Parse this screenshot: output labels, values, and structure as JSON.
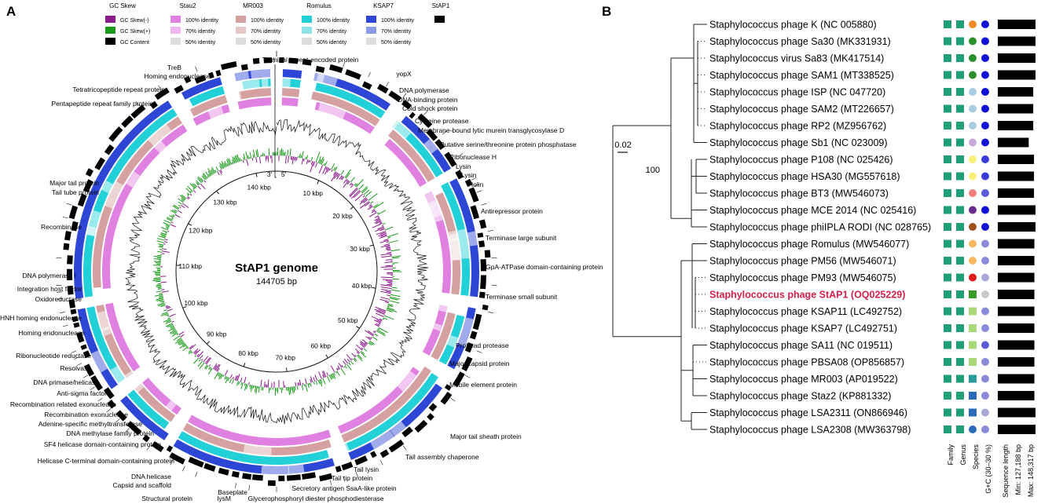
{
  "panel_a": {
    "letter": "A",
    "center_title": "StAP1 genome",
    "center_subtitle": "144705 bp",
    "origin_labels": [
      "3'",
      "5'"
    ],
    "legend": [
      {
        "title": "GC Skew",
        "items": [
          {
            "label": "GC Skew(-)",
            "color": "#8b1a8b"
          },
          {
            "label": "GC Skew(+)",
            "color": "#1a9a1a"
          },
          {
            "label": "GC Content",
            "color": "#000000"
          }
        ]
      },
      {
        "title": "Stau2",
        "items": [
          {
            "label": "100% identity",
            "color": "#e080e0"
          },
          {
            "label": "70% identity",
            "color": "#edb8ed"
          },
          {
            "label": "50% identity",
            "color": "#dcdcdc"
          }
        ]
      },
      {
        "title": "MR003",
        "items": [
          {
            "label": "100% identity",
            "color": "#d4a0a0"
          },
          {
            "label": "70% identity",
            "color": "#e5c8c8"
          },
          {
            "label": "50% identity",
            "color": "#dcdcdc"
          }
        ]
      },
      {
        "title": "Romulus",
        "items": [
          {
            "label": "100% identity",
            "color": "#22d0d8"
          },
          {
            "label": "70% identity",
            "color": "#90e4e8"
          },
          {
            "label": "50% identity",
            "color": "#dcdcdc"
          }
        ]
      },
      {
        "title": "KSAP7",
        "items": [
          {
            "label": "100% identity",
            "color": "#2e46d6"
          },
          {
            "label": "70% identity",
            "color": "#8a9ae6"
          },
          {
            "label": "50% identity",
            "color": "#dcdcdc"
          }
        ]
      },
      {
        "title": "StAP1",
        "items": [
          {
            "label": "",
            "color": "#000000"
          }
        ]
      }
    ],
    "ring_colors": {
      "stau2": "#e080e0",
      "mr003": "#d4a0a0",
      "romulus": "#22d0d8",
      "ksap7": "#2e46d6",
      "stap1": "#000000"
    },
    "kbp_ticks": [
      "10 kbp",
      "20 kbp",
      "30 kbp",
      "40 kbp",
      "50 kbp",
      "60 kbp",
      "70 kbp",
      "80 kbp",
      "90 kbp",
      "100 kbp",
      "110 kbp",
      "120 kbp",
      "130 kbp",
      "140 kbp"
    ],
    "annotations": [
      "Terminal repeat-encoded protein",
      "TreB",
      "Homing endonuclease",
      "Tetratricopeptide repeat protein",
      "Pentapeptide repeat family protein",
      "Major tail protein",
      "Tail tube protein",
      "Recombinase",
      "DNA polymerase I",
      "Integration host factor",
      "Oxidoreductase",
      "HNH homing endonuclease",
      "Homing endonuclease",
      "Ribonucleotide reductase",
      "Resolvase",
      "DNA primase/helicase",
      "Anti-sigma factor",
      "Recombination related exonuclease",
      "Recombination exonuclease",
      "Adenine-specific methyltransferase",
      "DNA methylase family protein",
      "SF4 helicase domain-containing protein",
      "Helicase C-terminal domain-containing protein",
      "DNA helicase",
      "Capsid and scaffold",
      "Structural protein",
      "Baseplate",
      "lysM",
      "Glycerophosphoryl diester phosphodiesterase",
      "Secretory antigen SsaA-like protein",
      "Tail tip protein",
      "Tail lysin",
      "Tail assembly chaperone",
      "Major tail sheath protein",
      "Mobile element protein",
      "Major capsid protein",
      "Prohead protease",
      "Terminase small subunit",
      "GpA-ATPase domain-containing protein",
      "Terminase large subunit",
      "Antirepressor protein",
      "Holin",
      "Lysin",
      "Lysin",
      "Ribonuclease H",
      "Putative serine/threonine protein phosphatase",
      "Membrane-bound lytic murein transglycosylase D",
      "Cysteine protease",
      "Cold shock protein",
      "DNA-binding protein",
      "DNA polymerase",
      "yopX"
    ]
  },
  "panel_b": {
    "letter": "B",
    "scale_label": "0.02",
    "bootstrap_label": "100",
    "tips": [
      {
        "name": "Staphylococcus phage K (NC 005880)",
        "family": "#1f9e78",
        "genus": "#1f9e78",
        "species": "#f08a24",
        "gc": "#1010d8",
        "len": 1.0
      },
      {
        "name": "Staphylococcus phage Sa30 (MK331931)",
        "family": "#1f9e78",
        "genus": "#1f9e78",
        "species": "#2a8f2a",
        "gc": "#1010d8",
        "len": 1.0
      },
      {
        "name": "Staphylococcus virus Sa83 (MK417514)",
        "family": "#1f9e78",
        "genus": "#1f9e78",
        "species": "#2a8f2a",
        "gc": "#1010d8",
        "len": 1.0
      },
      {
        "name": "Staphylococcus phage SAM1 (MT338525)",
        "family": "#1f9e78",
        "genus": "#1f9e78",
        "species": "#2a8f2a",
        "gc": "#1010d8",
        "len": 1.0
      },
      {
        "name": "Staphylococcus phage ISP (NC 047720)",
        "family": "#1f9e78",
        "genus": "#1f9e78",
        "species": "#a8cce0",
        "gc": "#1010d8",
        "len": 0.94
      },
      {
        "name": "Staphylococcus phage SAM2 (MT226657)",
        "family": "#1f9e78",
        "genus": "#1f9e78",
        "species": "#a8cce0",
        "gc": "#1010d8",
        "len": 0.94
      },
      {
        "name": "Staphylococcus phage RP2 (MZ956762)",
        "family": "#1f9e78",
        "genus": "#1f9e78",
        "species": "#a8cce0",
        "gc": "#1010d8",
        "len": 0.94
      },
      {
        "name": "Staphylococcus phage Sb1 (NC 023009)",
        "family": "#1f9e78",
        "genus": "#1f9e78",
        "species": "#c8a8d8",
        "gc": "#1010d8",
        "len": 0.82
      },
      {
        "name": "Staphylococcus phage P108 (NC 025426)",
        "family": "#1f9e78",
        "genus": "#1f9e78",
        "species": "#f8f078",
        "gc": "#3a3ad8",
        "len": 0.96
      },
      {
        "name": "Staphylococcus phage HSA30 (MG557618)",
        "family": "#1f9e78",
        "genus": "#1f9e78",
        "species": "#f8f078",
        "gc": "#3a3ad8",
        "len": 0.96
      },
      {
        "name": "Staphylococcus phage BT3 (MW546073)",
        "family": "#1f9e78",
        "genus": "#1f9e78",
        "species": "#f08080",
        "gc": "#5a5ad8",
        "len": 0.96
      },
      {
        "name": "Staphylococcus phage MCE 2014 (NC 025416)",
        "family": "#1f9e78",
        "genus": "#1f9e78",
        "species": "#6a2a8a",
        "gc": "#1010d8",
        "len": 1.0
      },
      {
        "name": "Staphylococcus phage phiIPLA RODI (NC 028765)",
        "family": "#1f9e78",
        "genus": "#1f9e78",
        "species": "#a0501a",
        "gc": "#1010d8",
        "len": 1.0
      },
      {
        "name": "Staphylococcus phage Romulus (MW546077)",
        "family": "#1f9e78",
        "genus": "#1f9e78",
        "species": "#f8b860",
        "gc": "#8a8ad8",
        "len": 0.97
      },
      {
        "name": "Staphylococcus phage PM56 (MW546071)",
        "family": "#1f9e78",
        "genus": "#1f9e78",
        "species": "#f8b860",
        "gc": "#8a8ad8",
        "len": 0.97
      },
      {
        "name": "Staphylococcus phage PM93 (MW546075)",
        "family": "#1f9e78",
        "genus": "#1f9e78",
        "species": "#e01818",
        "gc": "#a8a8d8",
        "len": 0.97
      },
      {
        "name": "Staphylococcus phage StAP1 (OQ025229)",
        "family": "#1f9e78",
        "genus": "#1f9e78",
        "species": "#3a9a2a",
        "gc": "#c8c8c8",
        "len": 0.97,
        "highlight": true
      },
      {
        "name": "Staphylococcus phage KSAP11 (LC492752)",
        "family": "#1f9e78",
        "genus": "#1f9e78",
        "species": "#a8d878",
        "gc": "#8a8ad8",
        "len": 0.97
      },
      {
        "name": "Staphylococcus phage KSAP7 (LC492751)",
        "family": "#1f9e78",
        "genus": "#1f9e78",
        "species": "#a8d878",
        "gc": "#8a8ad8",
        "len": 0.97
      },
      {
        "name": "Staphylococcus phage SA11 (NC 019511)",
        "family": "#1f9e78",
        "genus": "#1f9e78",
        "species": "#a8d878",
        "gc": "#5a5ad8",
        "len": 0.97
      },
      {
        "name": "Staphylococcus phage PBSA08 (OP856857)",
        "family": "#1f9e78",
        "genus": "#1f9e78",
        "species": "#a8d878",
        "gc": "#8a8ad8",
        "len": 0.97
      },
      {
        "name": "Staphylococcus phage MR003 (AP019522)",
        "family": "#1f9e78",
        "genus": "#1f9e78",
        "species": "#2a9a9a",
        "gc": "#8a8ad8",
        "len": 0.97
      },
      {
        "name": "Staphylococcus phage Staz2 (KP881332)",
        "family": "#1f9e78",
        "genus": "#1f9e78",
        "species": "#2a6ab8",
        "gc": "#8a8ad8",
        "len": 0.97
      },
      {
        "name": "Staphylococcus phage LSA2311 (ON866946)",
        "family": "#1f9e78",
        "genus": "#1f9e78",
        "species": "#2a6ab8",
        "gc": "#a8a8d8",
        "len": 1.0
      },
      {
        "name": "Staphylococcus phage LSA2308 (MW363798)",
        "family": "#1f9e78",
        "genus": "#1f9e78",
        "species": "#2a6ab8",
        "gc": "#8a8ad8",
        "len": 1.0
      }
    ],
    "column_labels": [
      "Family",
      "Genus",
      "Species",
      "G+C (30–30 %)",
      "Sequence length",
      "Min: 127,188 bp",
      "Max: 148,317 bp"
    ]
  }
}
